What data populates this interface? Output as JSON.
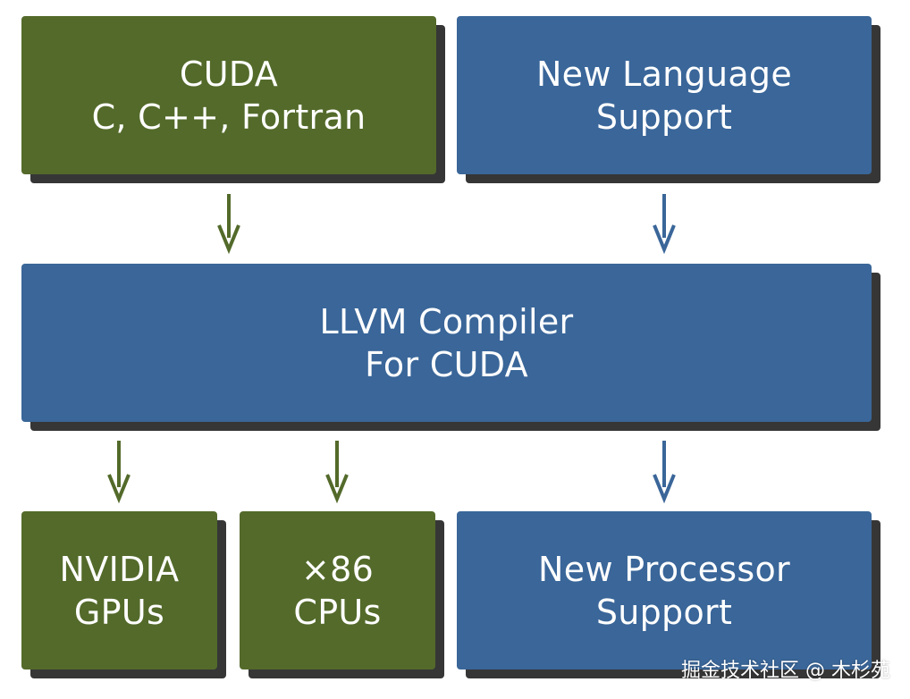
{
  "boxes": {
    "cuda": {
      "line1": "CUDA",
      "line2": "C, C++, Fortran"
    },
    "new_language": {
      "line1": "New Language",
      "line2": "Support"
    },
    "llvm": {
      "line1": "LLVM Compiler",
      "line2": "For CUDA"
    },
    "nvidia": {
      "line1": "NVIDIA",
      "line2": "GPUs"
    },
    "x86": {
      "line1": "×86",
      "line2": "CPUs"
    },
    "new_processor": {
      "line1": "New Processor",
      "line2": "Support"
    }
  },
  "colors": {
    "green": "#536a2a",
    "blue": "#3a6699",
    "shadow": "#363636",
    "text": "#ffffff"
  },
  "watermark": "掘金技术社区 @ 木杉苑"
}
